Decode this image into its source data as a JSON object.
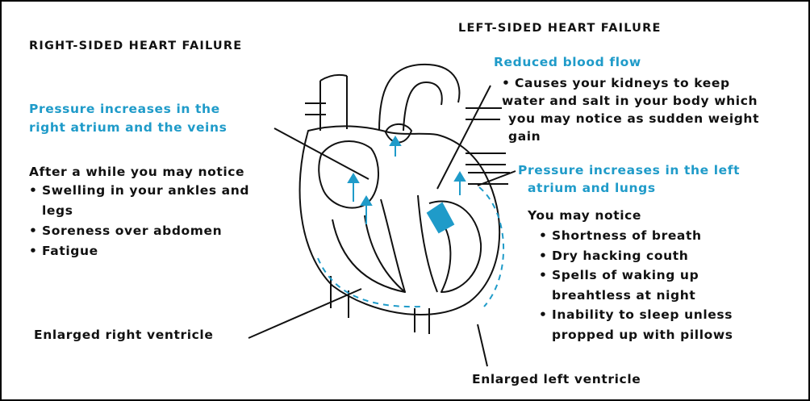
{
  "colors": {
    "accent": "#1f9bc9",
    "ink": "#111111",
    "background": "#ffffff"
  },
  "right_side": {
    "heading": "RIGHT-SIDED HEART FAILURE",
    "pressure_line1": "Pressure increases in the",
    "pressure_line2": "right atrium and the veins",
    "intro": "After a while you may notice",
    "symptoms": [
      "Swelling in your ankles and",
      "legs",
      "Soreness over abdomen",
      "Fatigue"
    ],
    "enlarged_label": "Enlarged right ventricle"
  },
  "left_side": {
    "heading": "LEFT-SIDED HEART FAILURE",
    "reduced_flow_title": "Reduced blood flow",
    "reduced_flow_lines": [
      "Causes your kidneys to keep",
      "water and salt in your body which",
      "you may notice as sudden weight",
      "gain"
    ],
    "pressure_line1": "Pressure increases in the left",
    "pressure_line2": "atrium and lungs",
    "intro": "You may notice",
    "symptoms": [
      "Shortness of breath",
      "Dry hacking couth",
      "Spells of waking up",
      "breahtless at night",
      "Inability to sleep unless",
      "propped up with pillows"
    ],
    "enlarged_label": "Enlarged left ventricle"
  }
}
